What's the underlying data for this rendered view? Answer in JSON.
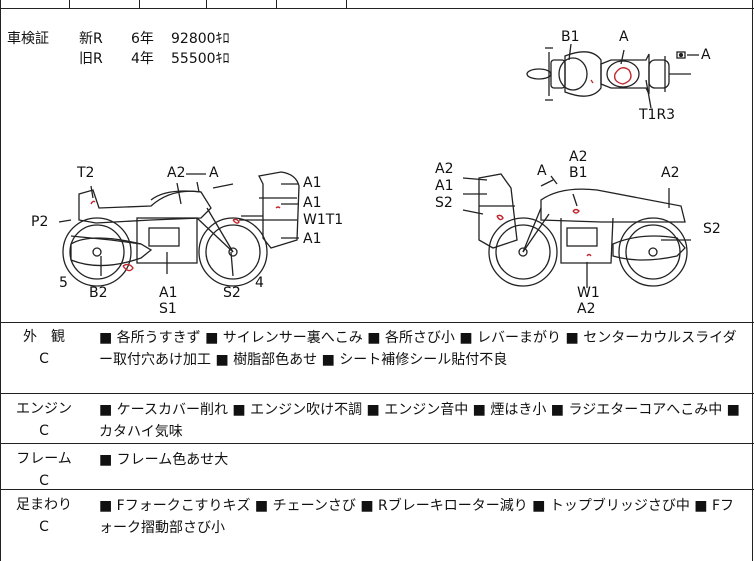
{
  "shaken": {
    "label": "車検証",
    "rows": [
      {
        "type": "新R",
        "years": "6年",
        "km": "92800ｷﾛ"
      },
      {
        "type": "旧R",
        "years": "4年",
        "km": "55500ｷﾛ"
      }
    ]
  },
  "top_view_labels": {
    "b1": "B1",
    "a_top": "A",
    "a_right": "A",
    "t1r3": "T1R3"
  },
  "left_view_labels": {
    "t2": "T2",
    "a2": "A2",
    "a": "A",
    "a1_1": "A1",
    "a1_2": "A1",
    "w1t1": "W1T1",
    "a1_3": "A1",
    "p2": "P2",
    "five": "5",
    "b2": "B2",
    "a1_bottom": "A1",
    "s1": "S1",
    "s2": "S2",
    "four": "4"
  },
  "right_view_labels": {
    "a2_left": "A2",
    "a1_left": "A1",
    "s2_left": "S2",
    "a": "A",
    "a2_top": "A2",
    "b1": "B1",
    "a2_right": "A2",
    "s2_right": "S2",
    "w1": "W1",
    "a2_bottom": "A2"
  },
  "sections": [
    {
      "category": "外　観",
      "grade": "C",
      "text": "■ 各所うすきず ■ サイレンサー裏へこみ ■ 各所さび小 ■ レバーまがり ■ センターカウルスライダー取付穴あけ加工 ■ 樹脂部色あせ ■ シート補修シール貼付不良"
    },
    {
      "category": "エンジン",
      "grade": "C",
      "text": "■ ケースカバー削れ ■ エンジン吹け不調 ■ エンジン音中 ■ 煙はき小 ■ ラジエターコアへこみ中 ■ カタハイ気味"
    },
    {
      "category": "フレーム",
      "grade": "C",
      "text": "■ フレーム色あせ大"
    },
    {
      "category": "足まわり",
      "grade": "C",
      "text": "■ Fフォークこすりキズ ■ チェーンさび ■ Rブレーキローター減り ■ トップブリッジさび中 ■ Fフォーク摺動部さび小"
    }
  ]
}
